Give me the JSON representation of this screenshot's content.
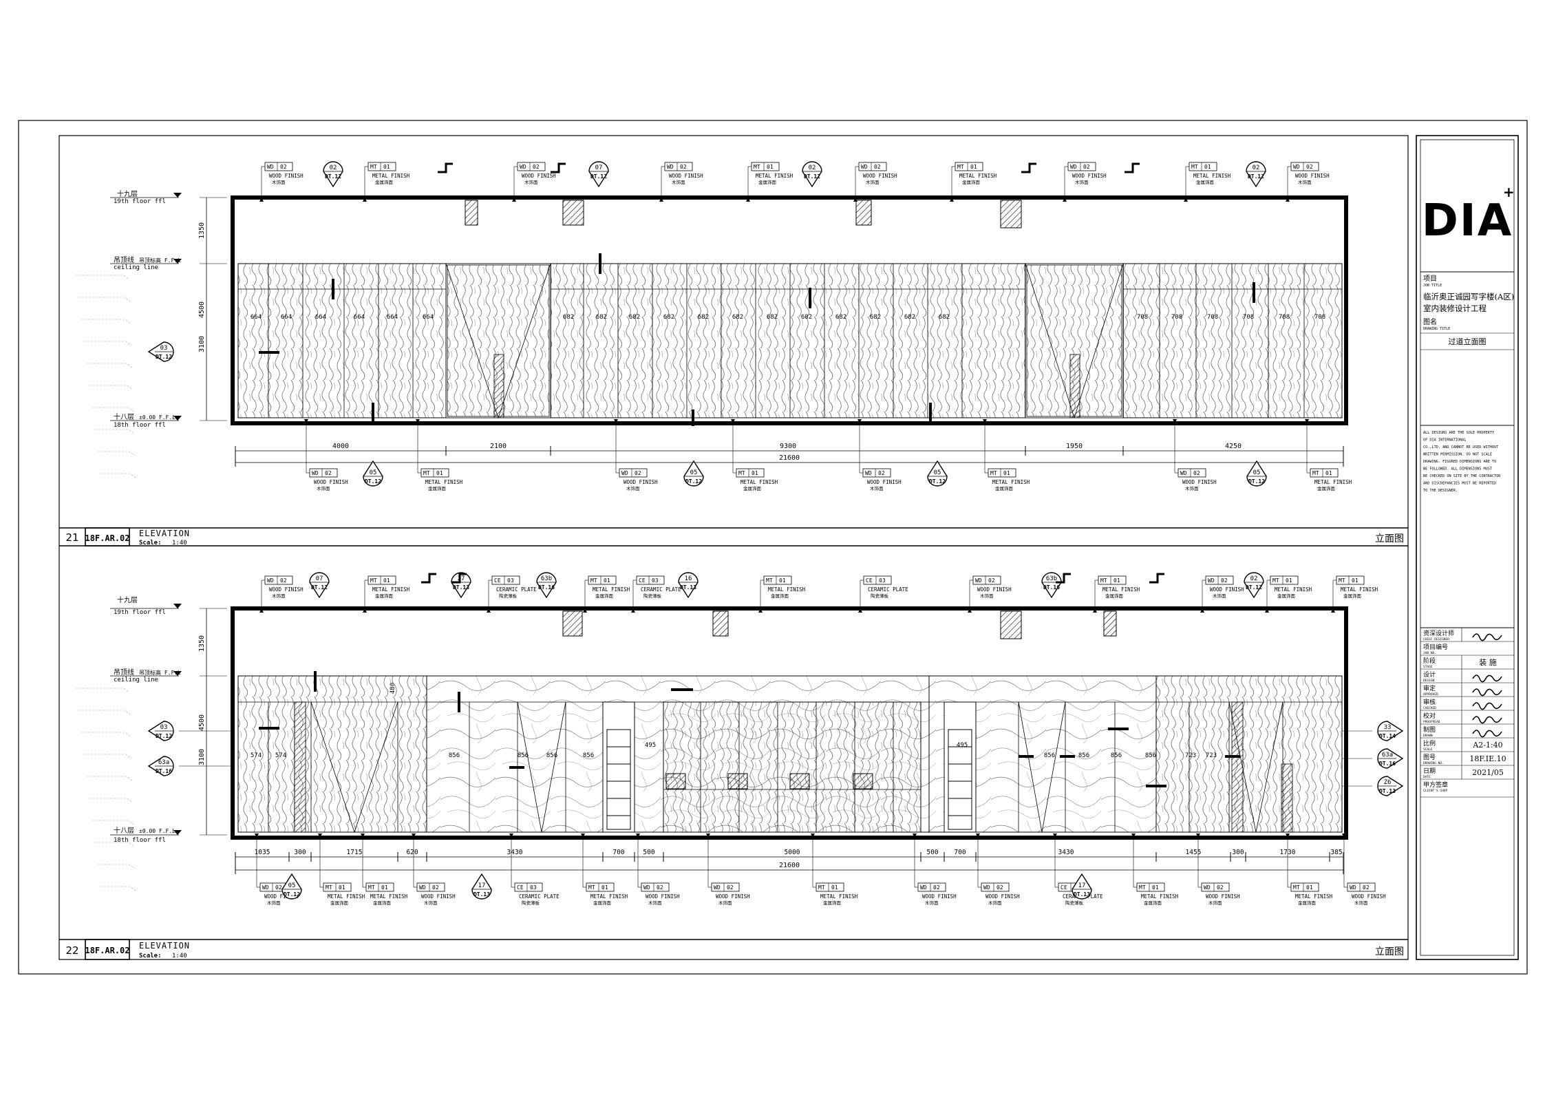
{
  "title_block": {
    "logo": "DIA",
    "project_label_cn": "项目",
    "project_label_en": "JOB TITLE",
    "project_name_line1": "临沂奥正诚园写字楼(A区)",
    "project_name_line2": "室内装修设计工程",
    "drawing_label_cn": "图名",
    "drawing_label_en": "DRAWING TITLE",
    "drawing_name": "过道立面图",
    "notes": [
      "ALL DESIGNS ARE THE SOLE PROPERTY",
      "OF DIA INTERNATIONAL",
      "CO.,LTD. AND CANNOT BE USED WITHOUT",
      "WRITTEN PERMISSION. DO NOT SCALE",
      "DRAWING. FIGURED DIMENSIONS ARE TO",
      "BE FOLLOWED. ALL DIMENSIONS MUST",
      "BE CHECKED ON SITE BY THE CONTRACTOR",
      "AND DISCREPANCIES MUST BE REPORTED",
      "TO THE DESIGNER."
    ],
    "rows": [
      {
        "cn": "资深设计师",
        "en": "CHIEF DESIGNER",
        "value": "",
        "sig": true
      },
      {
        "cn": "项目编号",
        "en": "JOB NO.",
        "value": "",
        "sig": false
      },
      {
        "cn": "阶段",
        "en": "STAGE",
        "value": "装 施",
        "sig": false
      },
      {
        "cn": "设计",
        "en": "DESIGN",
        "value": "",
        "sig": true
      },
      {
        "cn": "审定",
        "en": "APPROVED",
        "value": "",
        "sig": true
      },
      {
        "cn": "审核",
        "en": "CHECKED",
        "value": "",
        "sig": true
      },
      {
        "cn": "校对",
        "en": "PROOFREAD",
        "value": "",
        "sig": true
      },
      {
        "cn": "制图",
        "en": "DRAWN",
        "value": "",
        "sig": true
      },
      {
        "cn": "比例",
        "en": "SCALE",
        "value": "A2-1:40",
        "sig": false
      },
      {
        "cn": "图号",
        "en": "DRAWING NO.",
        "value": "18F.IE.10",
        "sig": false
      },
      {
        "cn": "日期",
        "en": "DATE",
        "value": "2021/05",
        "sig": false
      },
      {
        "cn": "甲方签章",
        "en": "CLIENT'S CHOP",
        "value": "",
        "sig": false
      }
    ]
  },
  "panels": [
    {
      "id": "21",
      "ref": "18F.AR.02",
      "title": "ELEVATION",
      "scale_label": "Scale:",
      "scale_value": "1:40",
      "title_cn": "立面图",
      "levels": [
        {
          "cn": "十九层",
          "en": "19th floor ffl"
        },
        {
          "cn": "吊顶线",
          "en": "ceiling line",
          "tag": "吊顶标高 F.F.L"
        },
        {
          "cn": "十八层",
          "en": "18th floor ffl",
          "tag": "±0.00 F.F.L"
        }
      ],
      "vertical_dims": [
        "1350",
        "4500",
        "3100"
      ],
      "dims": [
        "4000",
        "2100",
        "9300",
        "1950",
        "4250"
      ],
      "total": "21600",
      "panel_widths": [
        "664",
        "664",
        "664",
        "664",
        "664",
        "664",
        "682",
        "682",
        "682",
        "682",
        "682",
        "682",
        "682",
        "682",
        "682",
        "682",
        "682",
        "682",
        "708",
        "708",
        "708",
        "708",
        "708",
        "708"
      ],
      "tags_top": [
        {
          "code": "WD",
          "num": "02",
          "en": "WOOD FINISH",
          "cn": "木饰面"
        },
        {
          "code": "MT",
          "num": "01",
          "en": "METAL FINISH",
          "cn": "金属饰面"
        },
        {
          "code": "WD",
          "num": "02",
          "en": "WOOD FINISH",
          "cn": "木饰面"
        },
        {
          "code": "WD",
          "num": "02",
          "en": "WOOD FINISH",
          "cn": "木饰面"
        },
        {
          "code": "MT",
          "num": "01",
          "en": "METAL FINISH",
          "cn": "金属饰面"
        },
        {
          "code": "WD",
          "num": "02",
          "en": "WOOD FINISH",
          "cn": "木饰面"
        },
        {
          "code": "MT",
          "num": "01",
          "en": "METAL FINISH",
          "cn": "金属饰面"
        },
        {
          "code": "WD",
          "num": "02",
          "en": "WOOD FINISH",
          "cn": "木饰面"
        },
        {
          "code": "MT",
          "num": "01",
          "en": "METAL FINISH",
          "cn": "金属饰面"
        },
        {
          "code": "WD",
          "num": "02",
          "en": "WOOD FINISH",
          "cn": "木饰面"
        }
      ],
      "tags_bottom": [
        {
          "code": "WD",
          "num": "02",
          "en": "WOOD FINISH",
          "cn": "木饰面"
        },
        {
          "code": "MT",
          "num": "01",
          "en": "METAL FINISH",
          "cn": "金属饰面"
        },
        {
          "code": "WD",
          "num": "02",
          "en": "WOOD FINISH",
          "cn": "木饰面"
        },
        {
          "code": "MT",
          "num": "01",
          "en": "METAL FINISH",
          "cn": "金属饰面"
        },
        {
          "code": "WD",
          "num": "02",
          "en": "WOOD FINISH",
          "cn": "木饰面"
        },
        {
          "code": "MT",
          "num": "01",
          "en": "METAL FINISH",
          "cn": "金属饰面"
        },
        {
          "code": "WD",
          "num": "02",
          "en": "WOOD FINISH",
          "cn": "木饰面"
        },
        {
          "code": "MT",
          "num": "01",
          "en": "METAL FINISH",
          "cn": "金属饰面"
        }
      ],
      "bubbles_top": [
        {
          "num": "02",
          "ref": "DT.12"
        },
        {
          "num": "07",
          "ref": "DT.12"
        },
        {
          "num": "02",
          "ref": "DT.12"
        },
        {
          "num": "02",
          "ref": "DT.12"
        }
      ],
      "bubbles_bottom": [
        {
          "num": "05",
          "ref": "DT.12"
        },
        {
          "num": "05",
          "ref": "DT.12"
        },
        {
          "num": "05",
          "ref": "DT.12"
        },
        {
          "num": "05",
          "ref": "DT.12"
        }
      ],
      "bubbles_side": [
        {
          "num": "03",
          "ref": "DT.12"
        }
      ]
    },
    {
      "id": "22",
      "ref": "18F.AR.02",
      "title": "ELEVATION",
      "scale_label": "Scale:",
      "scale_value": "1:40",
      "title_cn": "立面图",
      "levels": [
        {
          "cn": "十九层",
          "en": "19th floor ffl"
        },
        {
          "cn": "吊顶线",
          "en": "ceiling line",
          "tag": "吊顶标高 F.F.L"
        },
        {
          "cn": "十八层",
          "en": "18th floor ffl",
          "tag": "±0.00 F.F.L"
        }
      ],
      "vertical_dims": [
        "1350",
        "4500",
        "3100",
        "480"
      ],
      "dims": [
        "1035",
        "300",
        "1715",
        "620",
        "3430",
        "700",
        "500",
        "5000",
        "500",
        "700",
        "3430",
        "1455",
        "300",
        "1730",
        "385"
      ],
      "total": "21600",
      "panel_widths": [
        "574",
        "574",
        "856",
        "856",
        "856",
        "856",
        "495",
        "495",
        "856",
        "856",
        "856",
        "856",
        "723",
        "723"
      ],
      "tags_top": [
        {
          "code": "WD",
          "num": "02",
          "en": "WOOD FINISH",
          "cn": "木饰面"
        },
        {
          "code": "MT",
          "num": "01",
          "en": "METAL FINISH",
          "cn": "金属饰面"
        },
        {
          "code": "CE",
          "num": "03",
          "en": "CERAMIC PLATE",
          "cn": "陶瓷薄板"
        },
        {
          "code": "MT",
          "num": "01",
          "en": "METAL FINISH",
          "cn": "金属饰面"
        },
        {
          "code": "CE",
          "num": "03",
          "en": "CERAMIC PLATE",
          "cn": "陶瓷薄板"
        },
        {
          "code": "MT",
          "num": "01",
          "en": "METAL FINISH",
          "cn": "金属饰面"
        },
        {
          "code": "CE",
          "num": "03",
          "en": "CERAMIC PLATE",
          "cn": "陶瓷薄板"
        },
        {
          "code": "WD",
          "num": "02",
          "en": "WOOD FINISH",
          "cn": "木饰面"
        },
        {
          "code": "MT",
          "num": "01",
          "en": "METAL FINISH",
          "cn": "金属饰面"
        },
        {
          "code": "WD",
          "num": "02",
          "en": "WOOD FINISH",
          "cn": "木饰面"
        },
        {
          "code": "MT",
          "num": "01",
          "en": "METAL FINISH",
          "cn": "金属饰面"
        },
        {
          "code": "MT",
          "num": "01",
          "en": "METAL FINISH",
          "cn": "金属饰面"
        }
      ],
      "tags_bottom": [
        {
          "code": "WD",
          "num": "02",
          "en": "WOOD FINISH",
          "cn": "木饰面"
        },
        {
          "code": "MT",
          "num": "01",
          "en": "METAL FINISH",
          "cn": "金属饰面"
        },
        {
          "code": "MT",
          "num": "01",
          "en": "METAL FINISH",
          "cn": "金属饰面"
        },
        {
          "code": "WD",
          "num": "02",
          "en": "WOOD FINISH",
          "cn": "木饰面"
        },
        {
          "code": "CE",
          "num": "03",
          "en": "CERAMIC PLATE",
          "cn": "陶瓷薄板"
        },
        {
          "code": "MT",
          "num": "01",
          "en": "METAL FINISH",
          "cn": "金属饰面"
        },
        {
          "code": "WD",
          "num": "02",
          "en": "WOOD FINISH",
          "cn": "木饰面"
        },
        {
          "code": "WD",
          "num": "02",
          "en": "WOOD FINISH",
          "cn": "木饰面"
        },
        {
          "code": "MT",
          "num": "01",
          "en": "METAL FINISH",
          "cn": "金属饰面"
        },
        {
          "code": "WD",
          "num": "02",
          "en": "WOOD FINISH",
          "cn": "木饰面"
        },
        {
          "code": "WD",
          "num": "02",
          "en": "WOOD FINISH",
          "cn": "木饰面"
        },
        {
          "code": "CE",
          "num": "03",
          "en": "CERAMIC PLATE",
          "cn": "陶瓷薄板"
        },
        {
          "code": "MT",
          "num": "01",
          "en": "METAL FINISH",
          "cn": "金属饰面"
        },
        {
          "code": "WD",
          "num": "02",
          "en": "WOOD FINISH",
          "cn": "木饰面"
        },
        {
          "code": "MT",
          "num": "01",
          "en": "METAL FINISH",
          "cn": "金属饰面"
        },
        {
          "code": "WD",
          "num": "02",
          "en": "WOOD FINISH",
          "cn": "木饰面"
        }
      ],
      "bubbles_top": [
        {
          "num": "07",
          "ref": "DT.12"
        },
        {
          "num": "27",
          "ref": "DT.13"
        },
        {
          "num": "63b",
          "ref": "DT.16"
        },
        {
          "num": "16",
          "ref": "DT.13"
        },
        {
          "num": "63b",
          "ref": "DT.16"
        },
        {
          "num": "02",
          "ref": "DT.12"
        }
      ],
      "bubbles_bottom": [
        {
          "num": "05",
          "ref": "DT.12"
        },
        {
          "num": "17",
          "ref": "DT.13"
        },
        {
          "num": "17",
          "ref": "DT.13"
        }
      ],
      "bubbles_side": [
        {
          "num": "03",
          "ref": "DT.12"
        },
        {
          "num": "63a",
          "ref": "DT.16"
        }
      ],
      "bubbles_right": [
        {
          "num": "33",
          "ref": "DT.14"
        },
        {
          "num": "63a",
          "ref": "DT.16"
        },
        {
          "num": "Z6",
          "ref": "DT.13"
        }
      ]
    }
  ]
}
